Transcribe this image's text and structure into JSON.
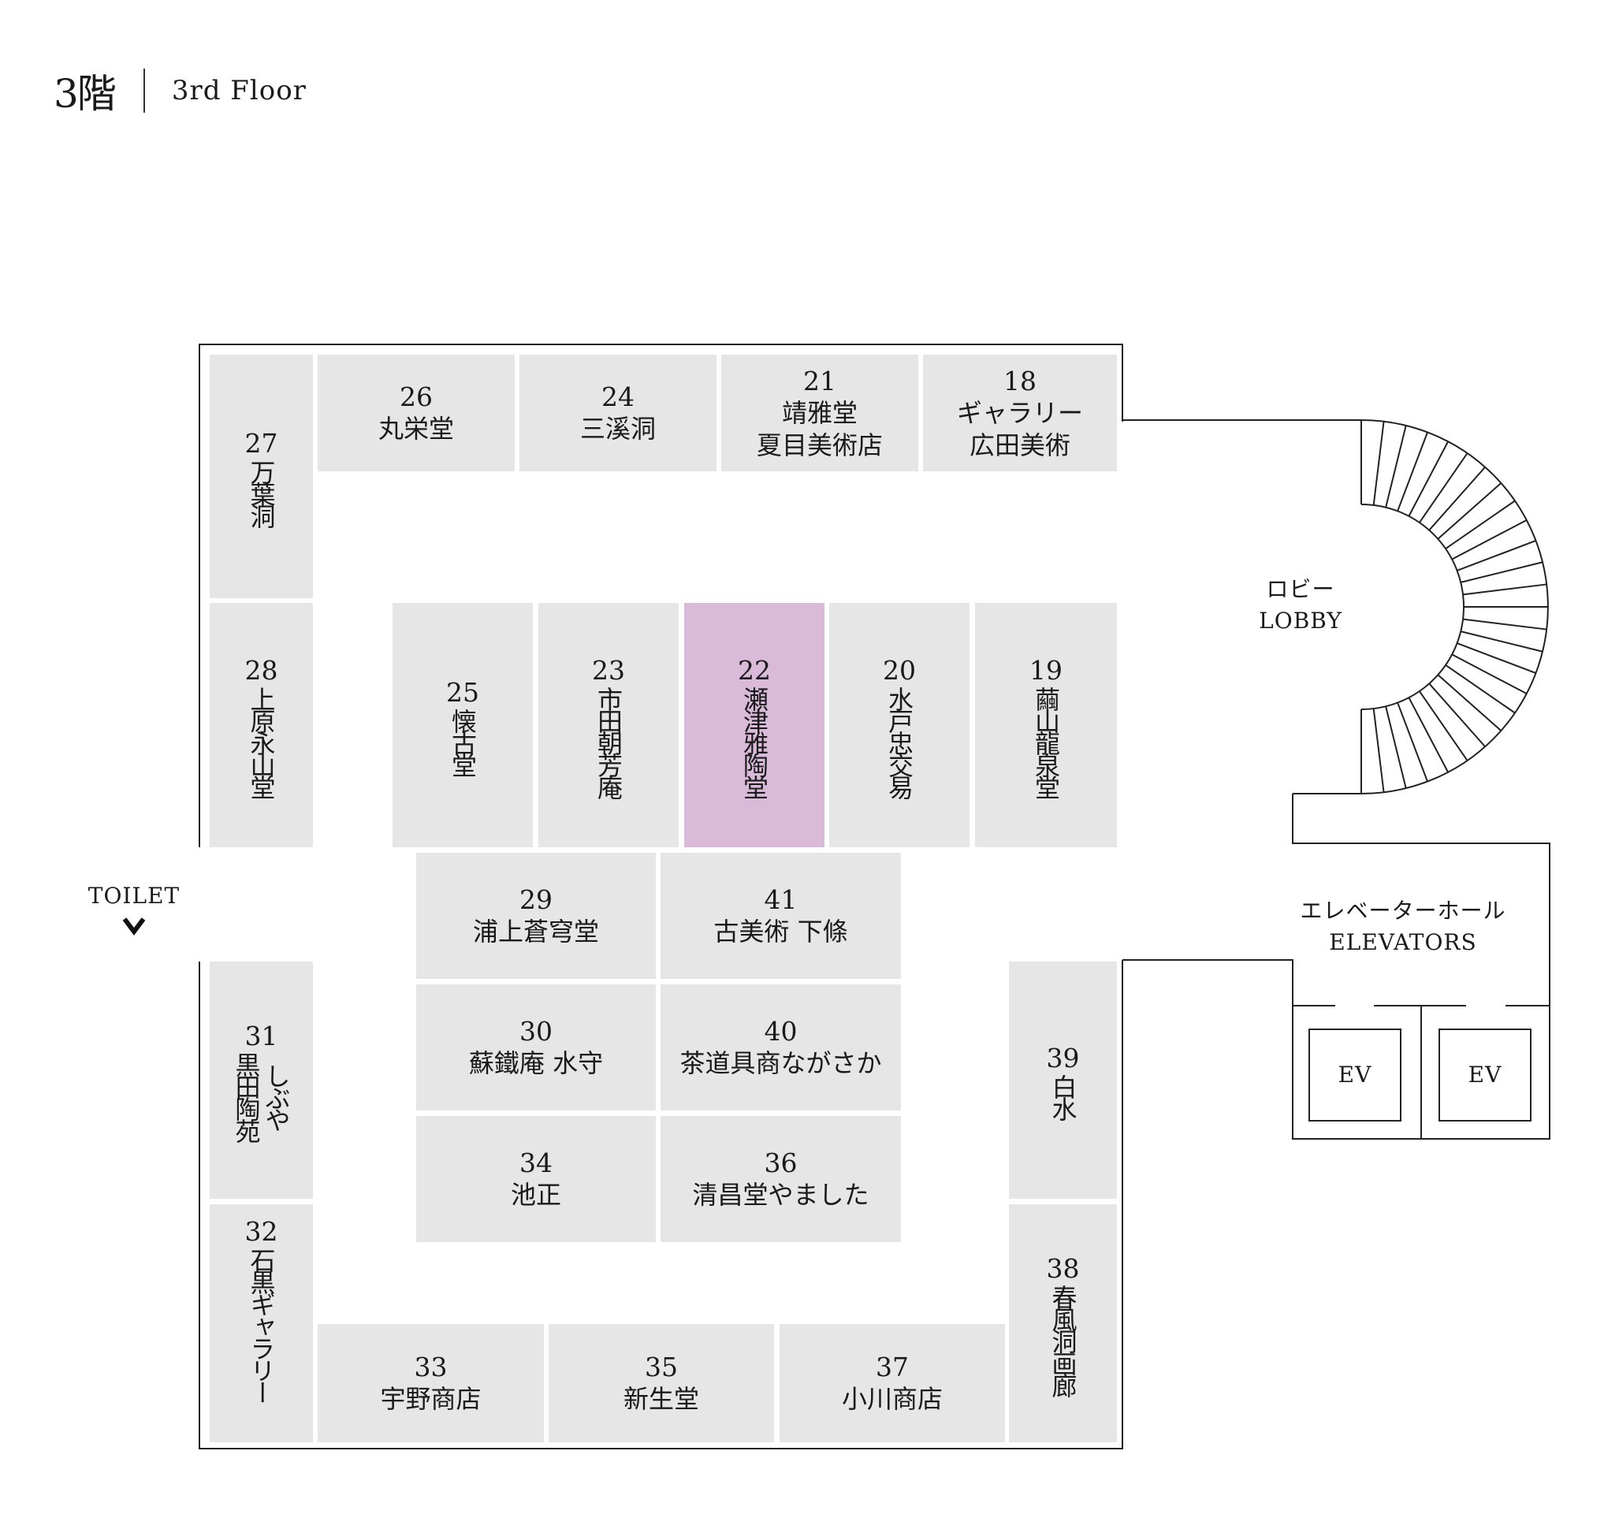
{
  "header": {
    "floor_jp": "3階",
    "floor_en": "3rd Floor"
  },
  "labels": {
    "toilet": "TOILET",
    "lobby_jp": "ロビー",
    "lobby_en": "LOBBY",
    "elevator_hall_jp": "エレベーターホール",
    "elevator_hall_en": "ELEVATORS",
    "ev1": "EV",
    "ev2": "EV"
  },
  "booths": {
    "b27": {
      "number": "27",
      "name": "万葉洞"
    },
    "b26": {
      "number": "26",
      "name": "丸栄堂"
    },
    "b24": {
      "number": "24",
      "name": "三溪洞"
    },
    "b21": {
      "number": "21",
      "name1": "靖雅堂",
      "name2": "夏目美術店"
    },
    "b18": {
      "number": "18",
      "name1": "ギャラリー",
      "name2": "広田美術"
    },
    "b28": {
      "number": "28",
      "name": "上原永山堂"
    },
    "b25": {
      "number": "25",
      "name": "懐古堂"
    },
    "b23": {
      "number": "23",
      "name": "市田朝芳庵"
    },
    "b22": {
      "number": "22",
      "name": "瀬津雅陶堂"
    },
    "b20": {
      "number": "20",
      "name": "水戸忠交易"
    },
    "b19": {
      "number": "19",
      "name": "繭山龍泉堂"
    },
    "b29": {
      "number": "29",
      "name": "浦上蒼穹堂"
    },
    "b41": {
      "number": "41",
      "name": "古美術 下條"
    },
    "b31": {
      "number": "31",
      "name1": "しぶや",
      "name2": "黒田陶苑"
    },
    "b30": {
      "number": "30",
      "name": "蘇鐵庵 水守"
    },
    "b40": {
      "number": "40",
      "name": "茶道具商ながさか"
    },
    "b39": {
      "number": "39",
      "name": "白水"
    },
    "b34": {
      "number": "34",
      "name": "池正"
    },
    "b36": {
      "number": "36",
      "name": "清昌堂やました"
    },
    "b32": {
      "number": "32",
      "name": "石黒ギャラリー"
    },
    "b38": {
      "number": "38",
      "name": "春風洞画廊"
    },
    "b33": {
      "number": "33",
      "name": "宇野商店"
    },
    "b35": {
      "number": "35",
      "name": "新生堂"
    },
    "b37": {
      "number": "37",
      "name": "小川商店"
    }
  },
  "highlight_booth": "22",
  "colors": {
    "booth": "#e6e6e6",
    "highlight": "#d9bbd9",
    "line": "#222222"
  },
  "icons": {
    "toilet_arrow": "chevron-down-icon"
  }
}
